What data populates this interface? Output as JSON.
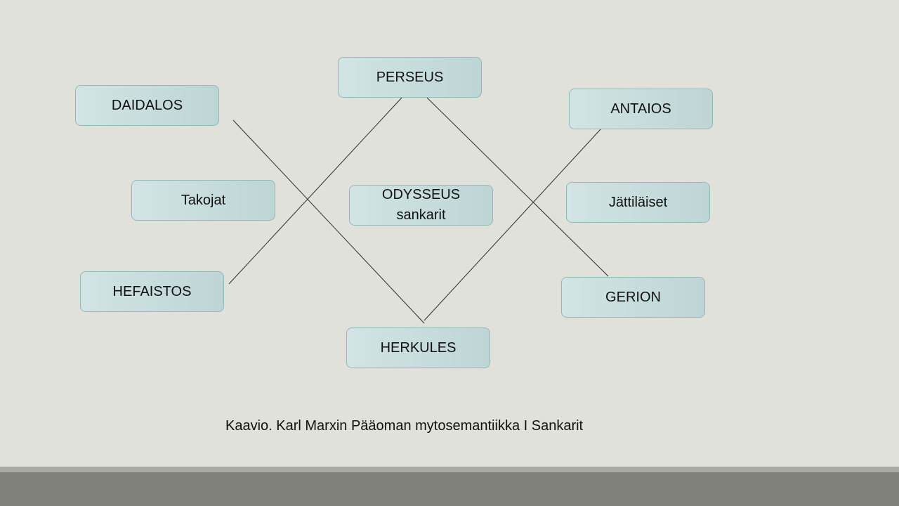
{
  "nodes": {
    "daidalos": "DAIDALOS",
    "perseus": "PERSEUS",
    "antaios": "ANTAIOS",
    "takojat": "Takojat",
    "odysseus": "ODYSSEUS\nsankarit",
    "jattilaiset": "Jättiläiset",
    "hefaistos": "HEFAISTOS",
    "gerion": "GERION",
    "herkules": "HERKULES"
  },
  "caption": "Kaavio. Karl Marxin Pääoman mytosemantiikka I Sankarit",
  "colors": {
    "background": "#e1e1dc",
    "node_fill": "#c7dcdc",
    "node_border": "#93b8bb",
    "connector": "#2b2b2b",
    "footer": "#81817b"
  }
}
